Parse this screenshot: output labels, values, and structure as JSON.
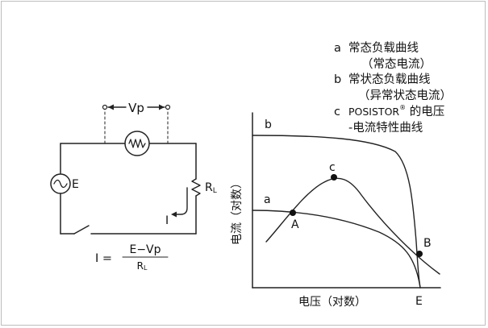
{
  "legend": {
    "a_key": "a",
    "a_text": "常态负载曲线",
    "a_sub": "（常态电流）",
    "b_key": "b",
    "b_text": "常状态负载曲线",
    "b_sub": "（异常状态电流）",
    "c_key": "c",
    "c_text_brand": "POSISTOR",
    "c_text_reg": "®",
    "c_text_rest": " 的电压",
    "c_sub": "-电流特性曲线"
  },
  "circuit": {
    "vp_label": "Vp",
    "source_label": "E",
    "resistor_label": "R",
    "resistor_sub": "L",
    "current_label": "I",
    "formula_lhs": "I =",
    "formula_num": "E−Vp",
    "formula_den": "R",
    "formula_den_sub": "L"
  },
  "graph": {
    "y_axis_label": "电流（对数）",
    "x_axis_label": "电压（对数）",
    "curve_a_label": "a",
    "curve_b_label": "b",
    "curve_c_label": "c",
    "point_a_label": "A",
    "point_b_label": "B",
    "point_e_label": "E"
  }
}
